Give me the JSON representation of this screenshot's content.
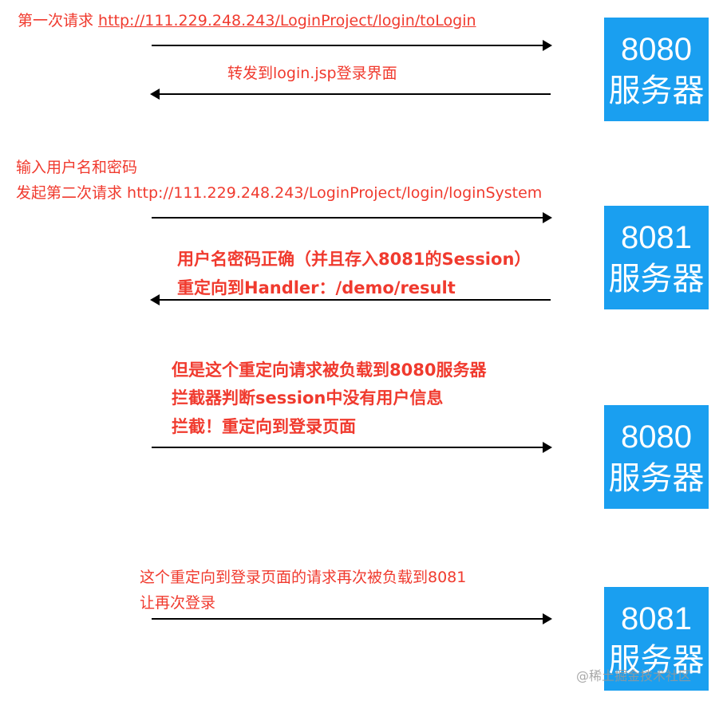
{
  "step1": {
    "prefix": "第一次请求 ",
    "url": "http://111.229.248.243/LoginProject/login/toLogin",
    "reply": "转发到login.jsp登录界面",
    "server_port": "8080",
    "server_label": "服务器"
  },
  "step2": {
    "line1": "输入用户名和密码",
    "prefix": "发起第二次请求 ",
    "url": "http://111.229.248.243/LoginProject/login/loginSystem",
    "reply1": "用户名密码正确（并且存入8081的Session）",
    "reply2": "重定向到Handler：/demo/result",
    "server_port": "8081",
    "server_label": "服务器"
  },
  "step3": {
    "line1": "但是这个重定向请求被负载到8080服务器",
    "line2": "拦截器判断session中没有用户信息",
    "line3": "拦截！重定向到登录页面",
    "server_port": "8080",
    "server_label": "服务器"
  },
  "step4": {
    "line1": "这个重定向到登录页面的请求再次被负载到8081",
    "line2": "让再次登录",
    "server_port": "8081",
    "server_label": "服务器"
  },
  "watermark": "@稀土掘金技术社区"
}
